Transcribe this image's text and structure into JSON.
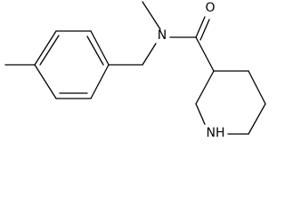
{
  "structure": {
    "atom_labels": {
      "amide_nitrogen": "N",
      "carbonyl_oxygen": "O",
      "ring_nitrogen": "NH"
    }
  },
  "colors": {
    "background": "#ffffff",
    "bond": "#000000",
    "label": "#000000"
  }
}
